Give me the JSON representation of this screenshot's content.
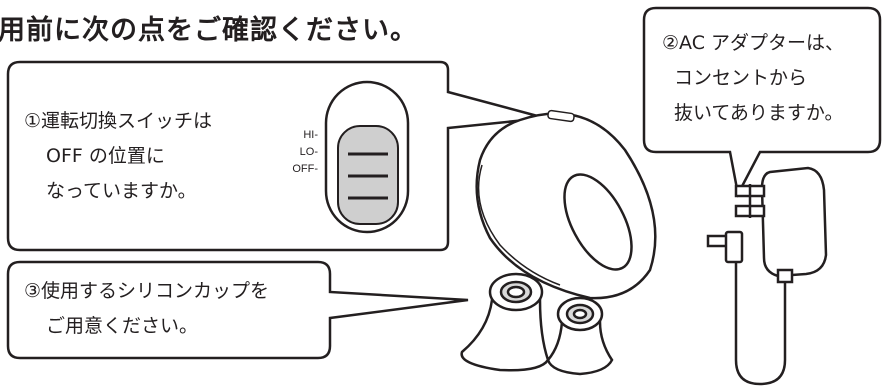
{
  "heading": "用前に次の点をご確認ください。",
  "callouts": {
    "switch": [
      "①運転切換スイッチは",
      "OFF の位置に",
      "なっていますか。"
    ],
    "adapter": [
      "②AC アダプターは、",
      "コンセントから",
      "抜いてありますか。"
    ],
    "cups": [
      "③使用するシリコンカップを",
      "ご用意ください。"
    ]
  },
  "switch_positions": [
    "HI-",
    "LO-",
    "OFF-"
  ]
}
